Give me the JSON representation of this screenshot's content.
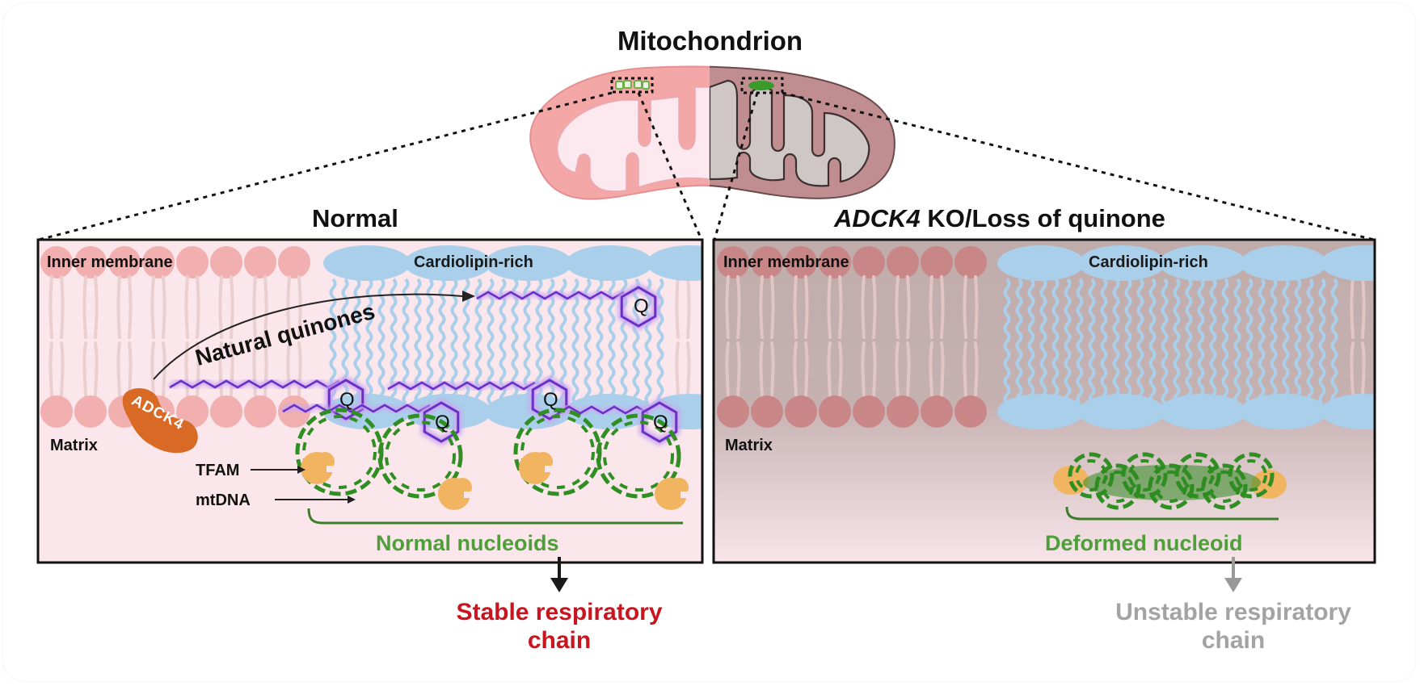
{
  "figure": {
    "title": "Mitochondrion",
    "panels": [
      {
        "id": "normal",
        "title": "Normal",
        "labels": {
          "inner_membrane": "Inner membrane",
          "cardiolipin": "Cardiolipin-rich",
          "matrix": "Matrix",
          "natural_quinones": "Natural quinones",
          "adck4": "ADCK4",
          "tfam": "TFAM",
          "mtdna": "mtDNA",
          "quinone_symbol": "Q",
          "nucleoid": "Normal nucleoids"
        },
        "outcome": {
          "line1": "Stable respiratory",
          "line2": "chain"
        }
      },
      {
        "id": "knockout",
        "title_italic": "ADCK4",
        "title_rest": " KO/Loss of quinone",
        "labels": {
          "inner_membrane": "Inner membrane",
          "cardiolipin": "Cardiolipin-rich",
          "matrix": "Matrix",
          "nucleoid": "Deformed nucleoid"
        },
        "outcome": {
          "line1": "Unstable respiratory",
          "line2": "chain"
        }
      }
    ],
    "colors": {
      "normal_bg": "#fbe6ec",
      "ko_bg": "#c9b4b4",
      "lipid_head": "#f0a9aa",
      "lipid_head_ko": "#c98283",
      "cardiolipin": "#a9cfea",
      "quinone": "#6a2fc4",
      "dna": "#2f8f22",
      "tfam": "#f1b562",
      "adck4": "#d86a26",
      "stable": "#c8151f",
      "unstable": "#a3a3a3",
      "nucleoid_text": "#4e9e3a"
    }
  }
}
